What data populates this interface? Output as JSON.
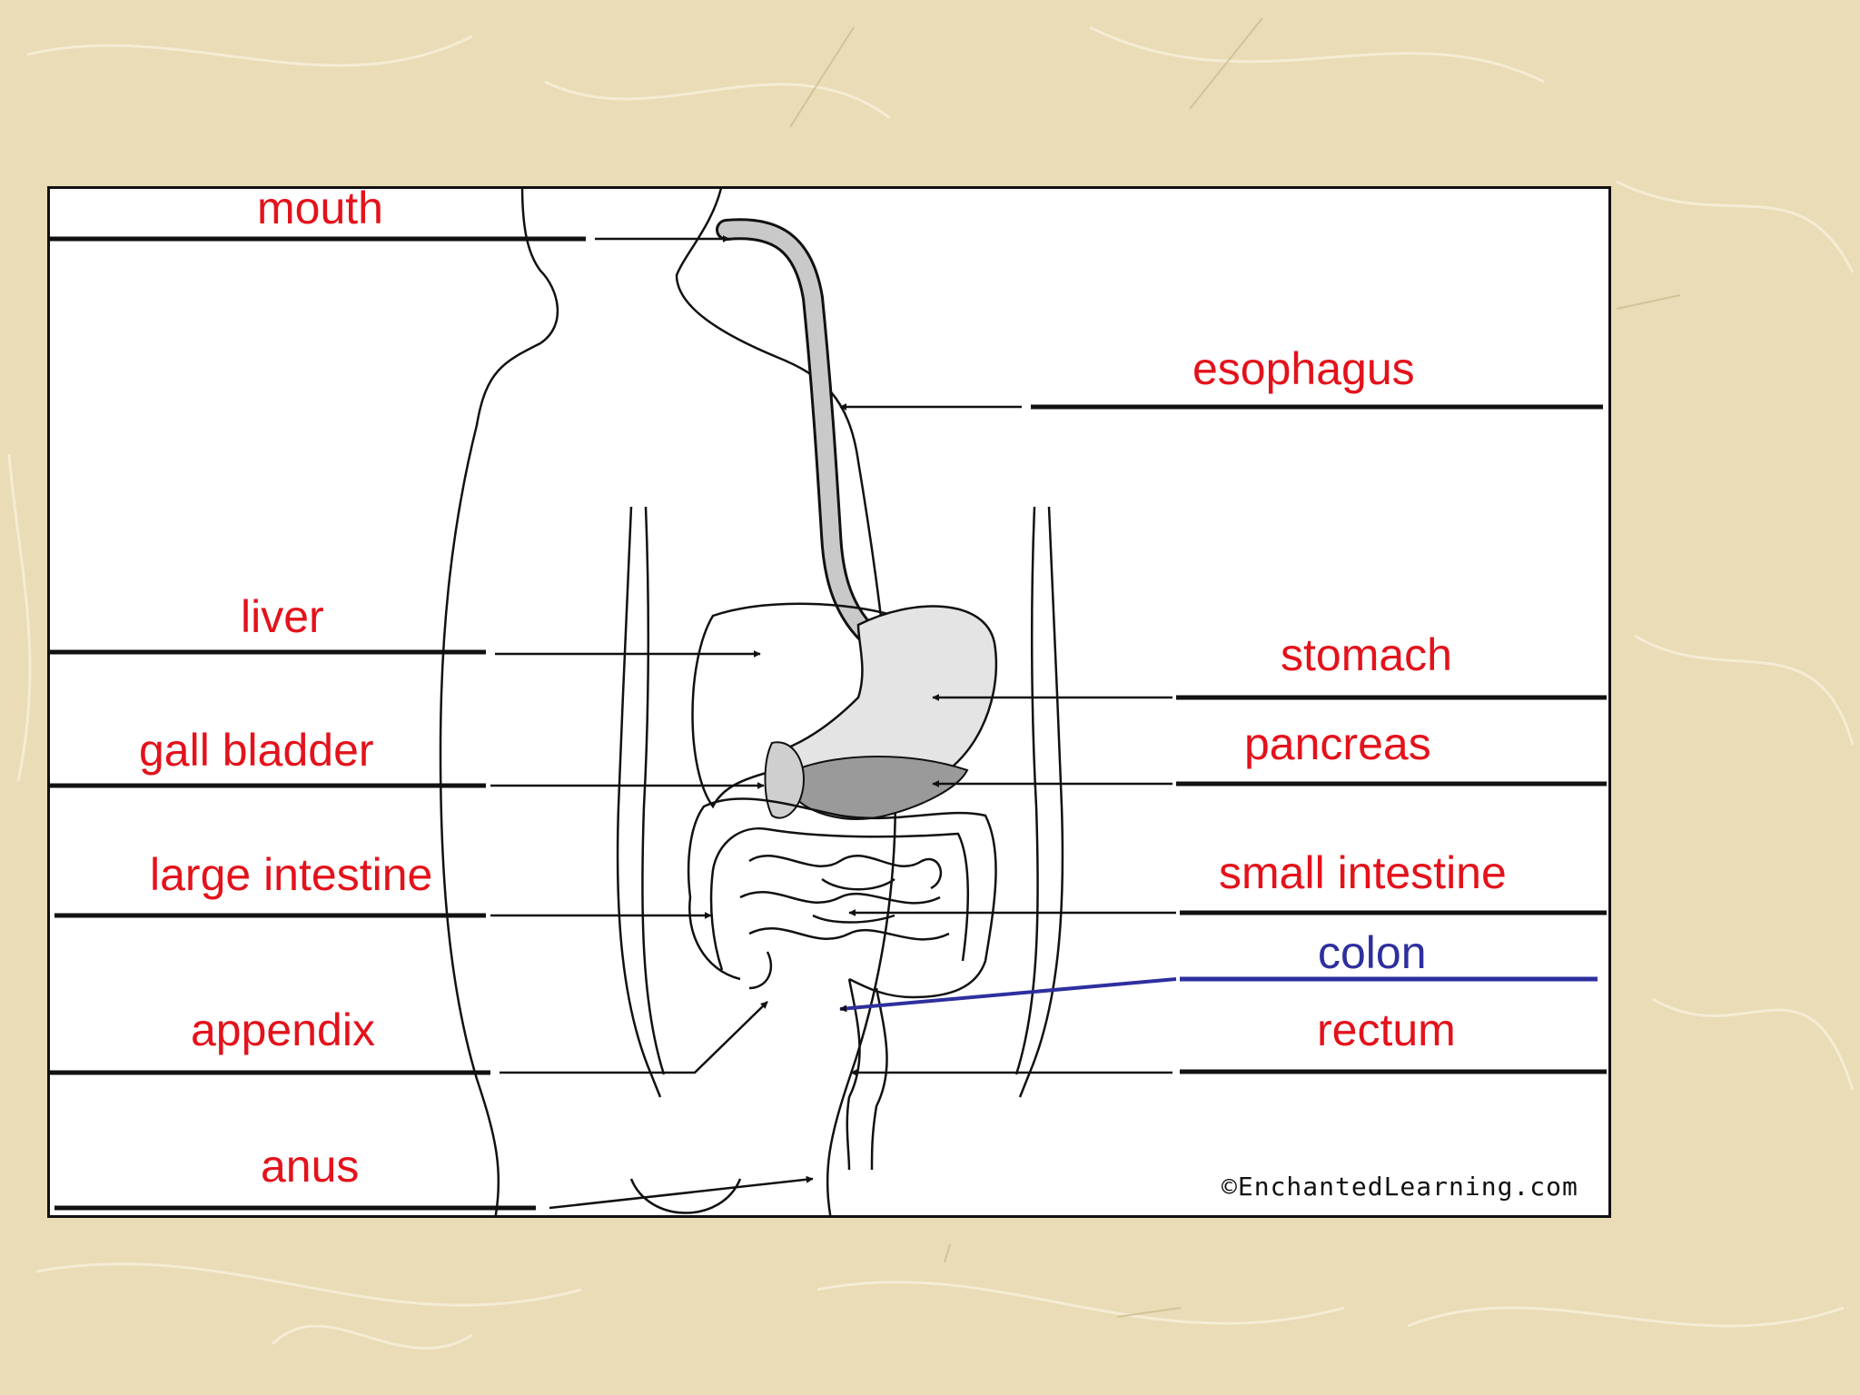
{
  "labels": {
    "mouth": "mouth",
    "esophagus": "esophagus",
    "liver": "liver",
    "stomach": "stomach",
    "gall_bladder": "gall bladder",
    "pancreas": "pancreas",
    "large_intestine": "large intestine",
    "small_intestine": "small intestine",
    "colon": "colon",
    "appendix": "appendix",
    "rectum": "rectum",
    "anus": "anus"
  },
  "credit": "©EnchantedLearning.com",
  "colors": {
    "label_red": "#e3121b",
    "label_blue": "#2e2f9e",
    "background": "#e9dcb6"
  }
}
